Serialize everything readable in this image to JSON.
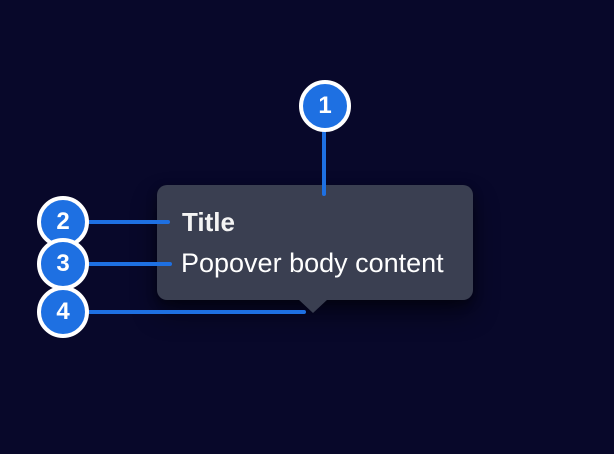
{
  "canvas": {
    "background_color": "#08082a"
  },
  "popover": {
    "title": "Title",
    "body": "Popover body content",
    "background_color": "#3a3f51",
    "title_color": "#f4f4f4",
    "body_color": "#ffffff"
  },
  "annotations": {
    "accent_color": "#1e70e2",
    "badge_ring_color": "#ffffff",
    "badges": [
      {
        "label": "1"
      },
      {
        "label": "2"
      },
      {
        "label": "3"
      },
      {
        "label": "4"
      }
    ]
  }
}
